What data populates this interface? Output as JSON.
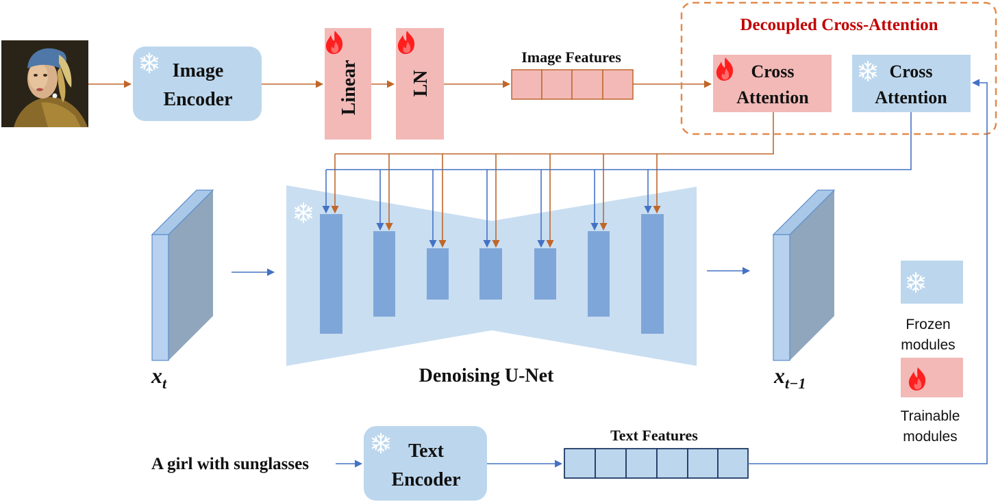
{
  "image_encoder": {
    "line1": "Image",
    "line2": "Encoder"
  },
  "linear": "Linear",
  "ln": "LN",
  "image_features": "Image Features",
  "decoupled_title": "Decoupled Cross-Attention",
  "cross_attn_trainable": {
    "line1": "Cross",
    "line2": "Attention"
  },
  "cross_attn_frozen": {
    "line1": "Cross",
    "line2": "Attention"
  },
  "x_t": {
    "base": "x",
    "sub": "t"
  },
  "x_t1": {
    "base": "x",
    "sub": "t−1"
  },
  "unet": "Denoising U-Net",
  "legend": {
    "frozen_line1": "Frozen",
    "frozen_line2": "modules",
    "trainable_line1": "Trainable",
    "trainable_line2": "modules"
  },
  "prompt": "A girl with sunglasses",
  "text_encoder": {
    "line1": "Text",
    "line2": "Encoder"
  },
  "text_features": "Text Features",
  "colors": {
    "frozen": "#bcd7ed",
    "trainable": "#f2b9b7",
    "orange_arrow": "#c0662a",
    "blue_arrow": "#4472c4",
    "title_red": "#c00000",
    "dash_border": "#e2894b"
  }
}
